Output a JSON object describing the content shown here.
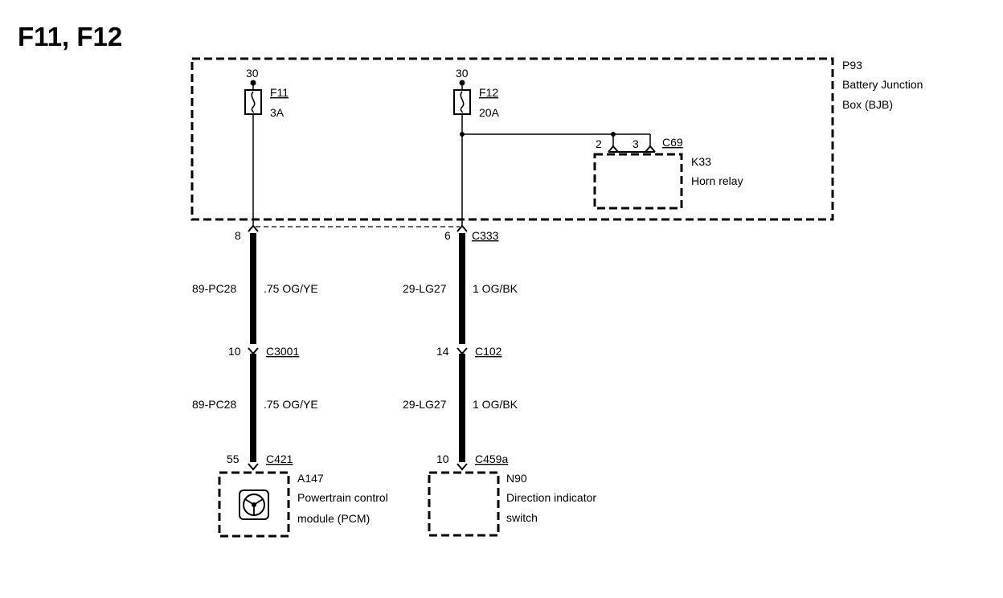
{
  "title": "F11, F12",
  "bjb": {
    "id": "P93",
    "name_line1": "Battery Junction",
    "name_line2": "Box (BJB)"
  },
  "fuse_f11": {
    "terminal": "30",
    "id": "F11",
    "rating": "3A"
  },
  "fuse_f12": {
    "terminal": "30",
    "id": "F12",
    "rating": "20A"
  },
  "horn_relay": {
    "connector": "C69",
    "pin_a": "2",
    "pin_b": "3",
    "id": "K33",
    "name": "Horn relay"
  },
  "circuit_left": {
    "pin_top": "8",
    "wire1_circuit": "89-PC28",
    "wire1_spec": ".75 OG/YE",
    "pin_mid": "10",
    "connector_mid": "C3001",
    "wire2_circuit": "89-PC28",
    "wire2_spec": ".75 OG/YE",
    "pin_bottom": "55",
    "connector_bottom": "C421"
  },
  "circuit_right": {
    "pin_top": "6",
    "connector_top": "C333",
    "wire1_circuit": "29-LG27",
    "wire1_spec": "1 OG/BK",
    "pin_mid": "14",
    "connector_mid": "C102",
    "wire2_circuit": "29-LG27",
    "wire2_spec": "1 OG/BK",
    "pin_bottom": "10",
    "connector_bottom": "C459a"
  },
  "pcm": {
    "id": "A147",
    "name_line1": "Powertrain control",
    "name_line2": "module (PCM)",
    "icon": "steering-wheel-icon"
  },
  "direction_switch": {
    "id": "N90",
    "name_line1": "Direction indicator",
    "name_line2": "switch"
  }
}
